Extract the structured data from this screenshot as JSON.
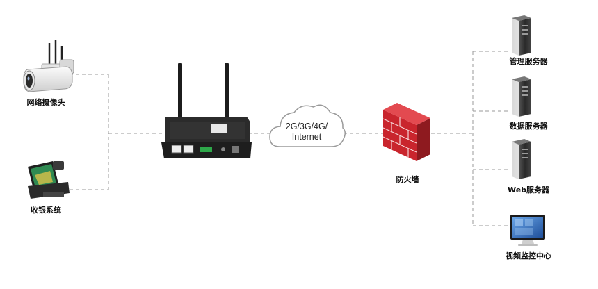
{
  "nodes": {
    "camera": {
      "label": "网络摄像头"
    },
    "pos": {
      "label": "收银系统"
    },
    "cloud": {
      "line1": "2G/3G/4G/",
      "line2": "Internet"
    },
    "firewall": {
      "label": "防火墙"
    },
    "servers": [
      {
        "label": "管理服务器"
      },
      {
        "label": "数据服务器"
      },
      {
        "label": "Web服务器"
      },
      {
        "label": "视频监控中心"
      }
    ]
  },
  "colors": {
    "line": "#9a9a9a",
    "router": "#2b2b2b",
    "firewall": "#c9252d",
    "server": "#3a3a3a",
    "monitor_screen": "#3b78c4"
  }
}
